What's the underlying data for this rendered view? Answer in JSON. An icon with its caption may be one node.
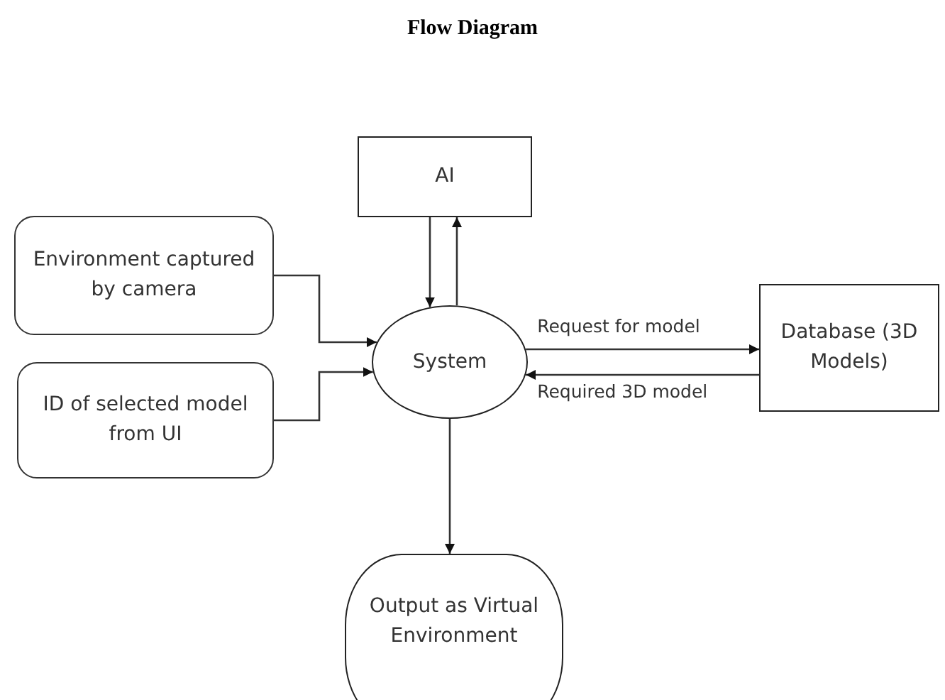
{
  "diagram": {
    "title": "Flow Diagram",
    "nodes": [
      {
        "text": [
          "AI"
        ]
      },
      {
        "text": [
          "Environment captured by camera"
        ]
      },
      {
        "text": [
          "ID of selected model from UI"
        ]
      },
      {
        "text": [
          "System"
        ]
      },
      {
        "text": [
          "Database (3D Models)"
        ]
      },
      {
        "text": [
          "Output as Virtual Environment"
        ]
      }
    ],
    "edges": [
      {
        "from": 0,
        "to": 3,
        "arrow": "to"
      },
      {
        "from": 3,
        "to": 0,
        "arrow": "to"
      },
      {
        "from": 1,
        "to": 3,
        "arrow": "to"
      },
      {
        "from": 2,
        "to": 3,
        "arrow": "to"
      },
      {
        "from": 3,
        "to": 4,
        "arrow": "to",
        "label": "Request for model"
      },
      {
        "from": 4,
        "to": 3,
        "arrow": "to",
        "label": "Required 3D model"
      },
      {
        "from": 3,
        "to": 5,
        "arrow": "to"
      }
    ]
  }
}
